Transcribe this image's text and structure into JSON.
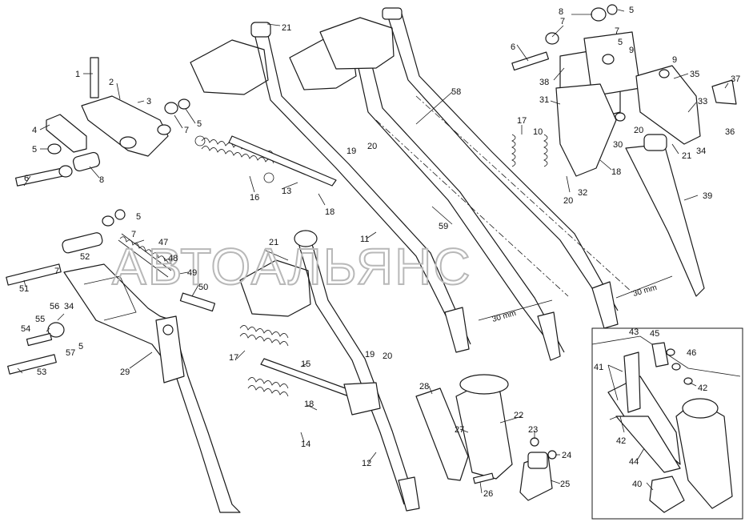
{
  "watermark": "АВТОАЛЬЯНС",
  "dimensions": [
    "30 mm",
    "30 mm"
  ],
  "callouts": {
    "c1": "1",
    "c2": "2",
    "c3": "3",
    "c4": "4",
    "c5a": "5",
    "c6a": "6",
    "c7a": "7",
    "c5b": "5",
    "c8a": "8",
    "c21a": "21",
    "c58": "58",
    "c59": "59",
    "c11": "11",
    "c16": "16",
    "c13": "13",
    "c18a": "18",
    "c19a": "19",
    "c20a": "20",
    "c7b": "7",
    "c8b": "8",
    "c5c": "5",
    "c7c": "7",
    "c6b": "6",
    "c5d": "5",
    "c9a": "9",
    "c9b": "9",
    "c38": "38",
    "c31": "31",
    "c35": "35",
    "c37": "37",
    "c33": "33",
    "c20b": "20",
    "c30": "30",
    "c36": "36",
    "c21b": "21",
    "c34a": "34",
    "c17a": "17",
    "c10": "10",
    "c18b": "18",
    "c32": "32",
    "c20c": "20",
    "c39": "39",
    "c5e": "5",
    "c7d": "7",
    "c52": "52",
    "c47": "47",
    "c48": "48",
    "c49": "49",
    "c50": "50",
    "c51": "51",
    "c7e": "7",
    "c56": "56",
    "c34b": "34",
    "c55": "55",
    "c54": "54",
    "c57": "57",
    "c5f": "5",
    "c53": "53",
    "c29": "29",
    "c21c": "21",
    "c17b": "17",
    "c15": "15",
    "c18c": "18",
    "c14": "14",
    "c19b": "19",
    "c20d": "20",
    "c12": "12",
    "c28": "28",
    "c22": "22",
    "c27": "27",
    "c23": "23",
    "c24": "24",
    "c26": "26",
    "c25": "25",
    "c43": "43",
    "c45": "45",
    "c46": "46",
    "c41": "41",
    "c42a": "42",
    "c42b": "42",
    "c44": "44",
    "c40": "40"
  }
}
